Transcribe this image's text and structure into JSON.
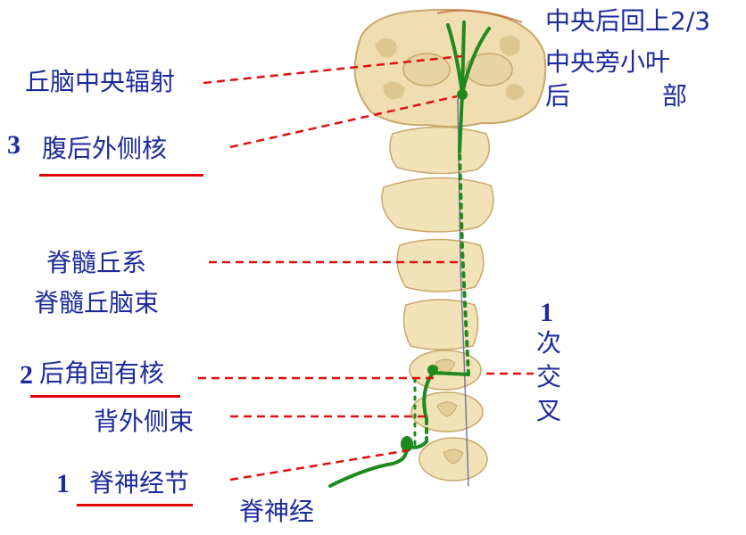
{
  "labels": {
    "cortex_line1": "中央后回上2/3",
    "cortex_line2": "中央旁小叶",
    "cortex_line3a": "后",
    "cortex_line3b": "部",
    "thalamic_radiation": "丘脑中央辐射",
    "vpl_number": "3",
    "vpl_nucleus": "腹后外侧核",
    "spinothalamic_system": "脊髓丘系",
    "spinothalamic_tract": "脊髓丘脑束",
    "nucleus_proprius_number": "2",
    "nucleus_proprius": "后角固有核",
    "dorsolateral_fasciculus": "背外侧束",
    "spinal_ganglion_number": "1",
    "spinal_ganglion": "脊神经节",
    "spinal_nerve": "脊神经",
    "decussation_number": "1",
    "decussation_chars": [
      "次",
      "交",
      "叉"
    ]
  },
  "colors": {
    "label_text": "#1d2a9c",
    "leader_line": "#e01010",
    "underline": "#e00000",
    "pathway": "#1e8a1e",
    "tissue": "#f2e2b8",
    "midline": "#5a5a9a"
  }
}
